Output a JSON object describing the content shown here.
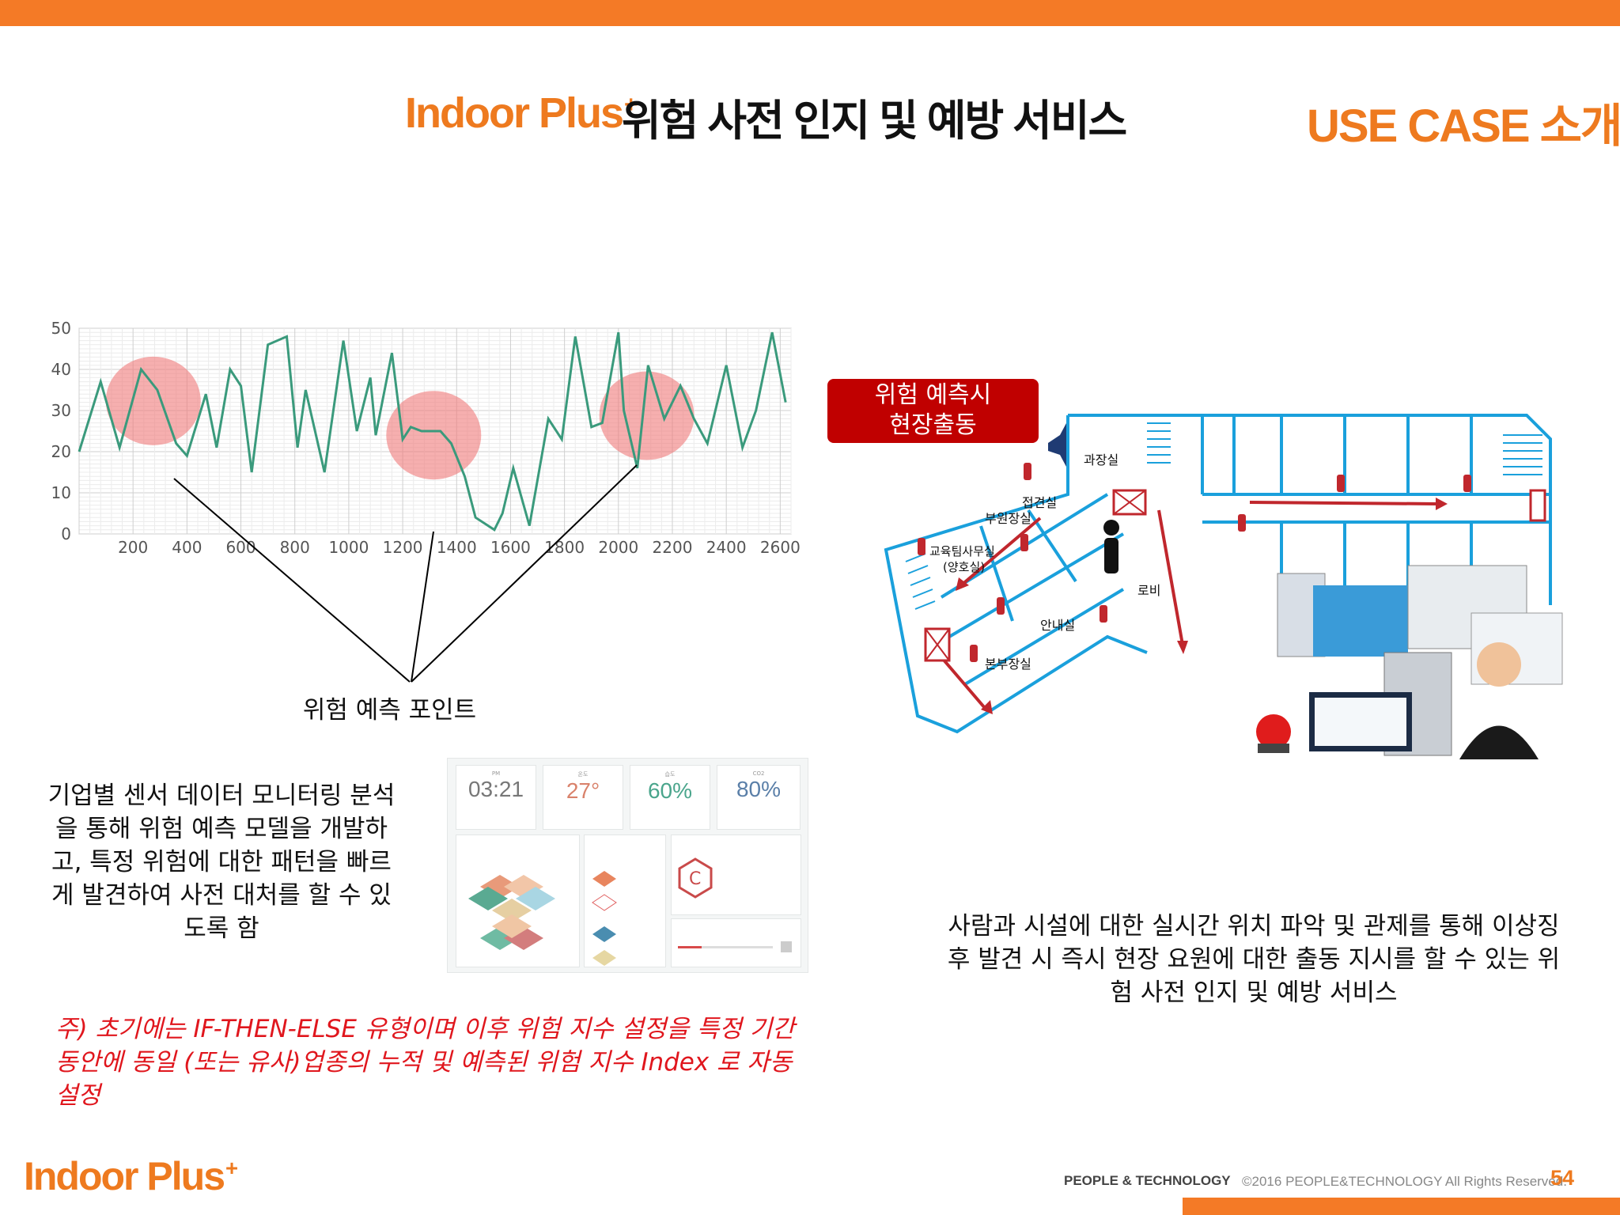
{
  "header": {
    "logo_text": "Indoor Plus",
    "logo_sup": "+",
    "title": "위험 사전 인지 및  예방 서비스",
    "section_tag": "USE CASE 소개"
  },
  "chart_data": {
    "type": "line",
    "x": [
      0,
      80,
      150,
      230,
      290,
      360,
      400,
      470,
      510,
      560,
      600,
      640,
      700,
      770,
      810,
      840,
      910,
      980,
      1030,
      1080,
      1100,
      1160,
      1200,
      1230,
      1270,
      1340,
      1380,
      1430,
      1470,
      1540,
      1570,
      1610,
      1670,
      1740,
      1790,
      1840,
      1900,
      1940,
      2000,
      2020,
      2070,
      2110,
      2170,
      2230,
      2280,
      2330,
      2400,
      2460,
      2510,
      2570,
      2620
    ],
    "values": [
      20,
      37,
      21,
      40,
      35,
      22,
      19,
      34,
      21,
      40,
      36,
      15,
      46,
      48,
      21,
      35,
      15,
      47,
      25,
      38,
      24,
      44,
      23,
      26,
      25,
      25,
      22,
      14,
      4,
      1,
      5,
      16,
      2,
      28,
      23,
      48,
      26,
      27,
      49,
      30,
      16,
      41,
      28,
      36,
      28,
      22,
      41,
      21,
      30,
      49,
      32
    ],
    "xlim": [
      0,
      2640
    ],
    "ylim": [
      0,
      50
    ],
    "x_ticks": [
      "200",
      "400",
      "600",
      "800",
      "1000",
      "1200",
      "1400",
      "1600",
      "1800",
      "2000",
      "2200",
      "2400",
      "2600"
    ],
    "y_ticks": [
      "0",
      "10",
      "20",
      "30",
      "40",
      "50"
    ],
    "grid": true,
    "highlights": [
      {
        "x_start": 190,
        "x_end": 360
      },
      {
        "x_start": 1250,
        "x_end": 1380
      },
      {
        "x_start": 2010,
        "x_end": 2200
      }
    ]
  },
  "labels": {
    "prediction_point": "위험 예측 포인트",
    "left_description": "기업별 센서 데이터 모니터링 분석을 통해 위험 예측 모델을 개발하고, 특정 위험에 대한 패턴을 빠르게 발견하여 사전 대처를 할 수 있도록 함",
    "note": "주) 초기에는 IF-THEN-ELSE 유형이며 이후 위험 지수 설정을 특정 기간 동안에 동일 (또는 유사)업종의 누적 및 예측된 위험 지수 Index 로 자동 설정",
    "right_description": "사람과 시설에 대한 실시간 위치 파악 및 관제를 통해 이상징후 발견 시 즉시 현장 요원에 대한 출동 지시를 할 수 있는 위험 사전 인지 및 예방 서비스",
    "dispatch_line1": "위험 예측시",
    "dispatch_line2": "현장출동"
  },
  "dashboard": {
    "time": "03:21",
    "temperature": "27°",
    "humidity": "60%",
    "co2": "80%",
    "time_label": "PM",
    "temp_label": "온도",
    "hum_label": "습도",
    "co2_label": "CO2"
  },
  "floorplan": {
    "rooms": [
      "과장실",
      "접견실",
      "부원장실",
      "교육팀사무실",
      "(양호실)",
      "로비",
      "안내실",
      "본부장실"
    ]
  },
  "footer": {
    "company": "PEOPLE & TECHNOLOGY",
    "copyright": "©2016 PEOPLE&TECHNOLOGY  All Rights Reserved.",
    "page": "54"
  },
  "colors": {
    "brand_orange": "#ee7a1f",
    "line_green": "#3a9a7c",
    "highlight_red": "#f08a8a",
    "alert_red": "#c00000"
  }
}
